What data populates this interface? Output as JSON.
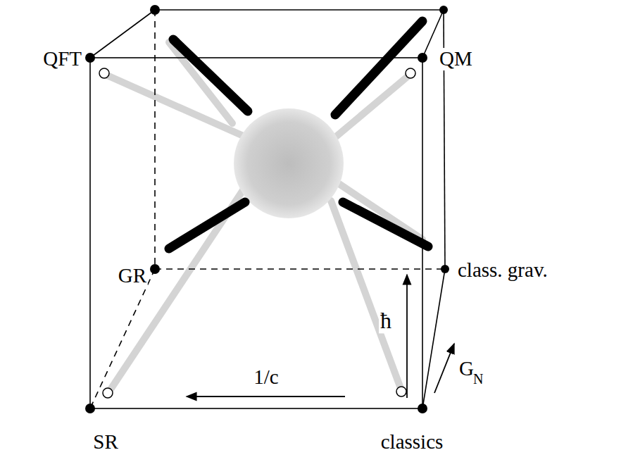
{
  "diagram": {
    "labels": [
      "QFT",
      "QM",
      "GR",
      "class. grav.",
      "ħ",
      "G",
      "N",
      "1/c",
      "SR",
      "classics"
    ]
  }
}
